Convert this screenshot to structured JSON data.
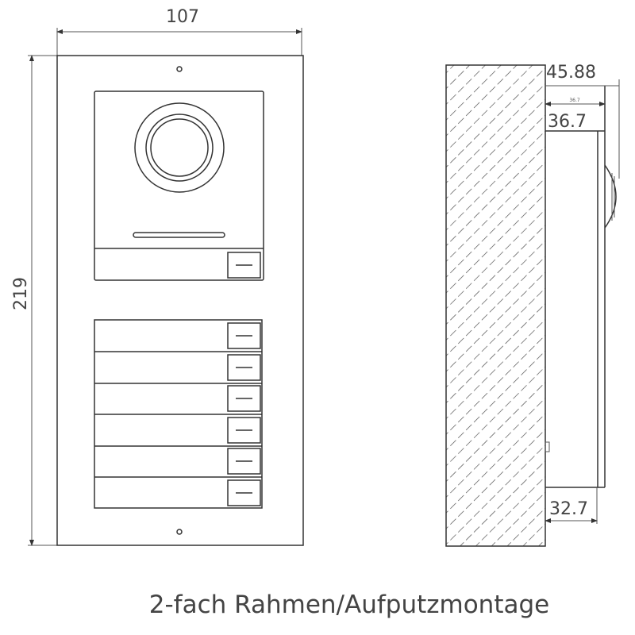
{
  "front_view": {
    "width_label": "107",
    "height_label": "219",
    "button_module_rows": 6
  },
  "side_view": {
    "depth_total_label": "45.88",
    "depth_top_small_label": "36.7",
    "depth_top_label": "36.7",
    "depth_bottom_label": "32.7"
  },
  "caption": "2-fach Rahmen/Aufputzmontage"
}
